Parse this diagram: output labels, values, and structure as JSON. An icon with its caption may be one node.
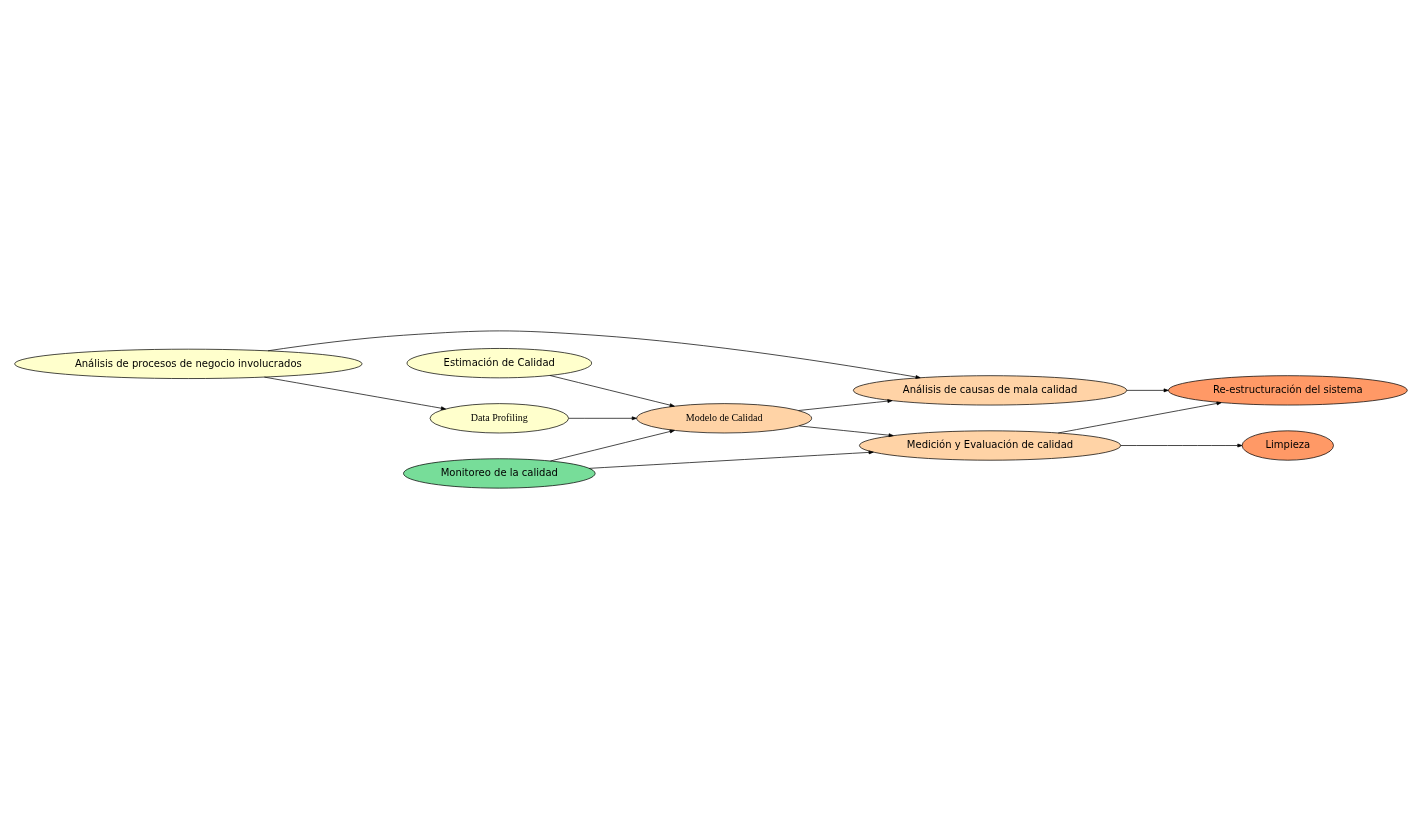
{
  "diagram": {
    "nodes": [
      {
        "text": [
          "Data Profiling"
        ]
      },
      {
        "text": [
          "Estimación de Calidad"
        ]
      },
      {
        "text": [
          "Análisis de procesos de negocio involucrados"
        ]
      },
      {
        "text": [
          "Modelo de Calidad"
        ]
      },
      {
        "text": [
          "Medición y Evaluación de calidad"
        ]
      },
      {
        "text": [
          "Limpieza"
        ]
      },
      {
        "text": [
          "Re-estructuración del sistema"
        ]
      },
      {
        "text": [
          "Análisis de causas de mala calidad"
        ]
      },
      {
        "text": [
          "Monitoreo de la calidad"
        ]
      }
    ],
    "edges": [
      {
        "from": 2,
        "to": 0,
        "arrow": "to"
      },
      {
        "from": 1,
        "to": 3,
        "arrow": "to"
      },
      {
        "from": 0,
        "to": 3,
        "arrow": "to"
      },
      {
        "from": 3,
        "to": 4,
        "arrow": "to"
      },
      {
        "from": 4,
        "to": 5,
        "arrow": "to"
      },
      {
        "from": 4,
        "to": 6,
        "arrow": "to"
      },
      {
        "from": 3,
        "to": 7,
        "arrow": "to"
      },
      {
        "from": 2,
        "to": 7,
        "arrow": "to"
      },
      {
        "from": 7,
        "to": 6,
        "arrow": "to"
      },
      {
        "from": 8,
        "to": 3,
        "arrow": "to"
      },
      {
        "from": 8,
        "to": 4,
        "arrow": "to"
      }
    ]
  }
}
